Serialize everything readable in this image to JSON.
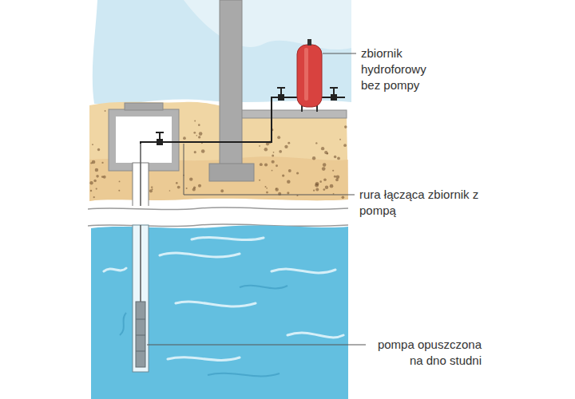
{
  "diagram": {
    "labels": [
      "zbiornik hydroforowy bez pompy",
      "rura łącząca zbiornik z pompą",
      "pompa opuszczona na dno studni"
    ]
  }
}
